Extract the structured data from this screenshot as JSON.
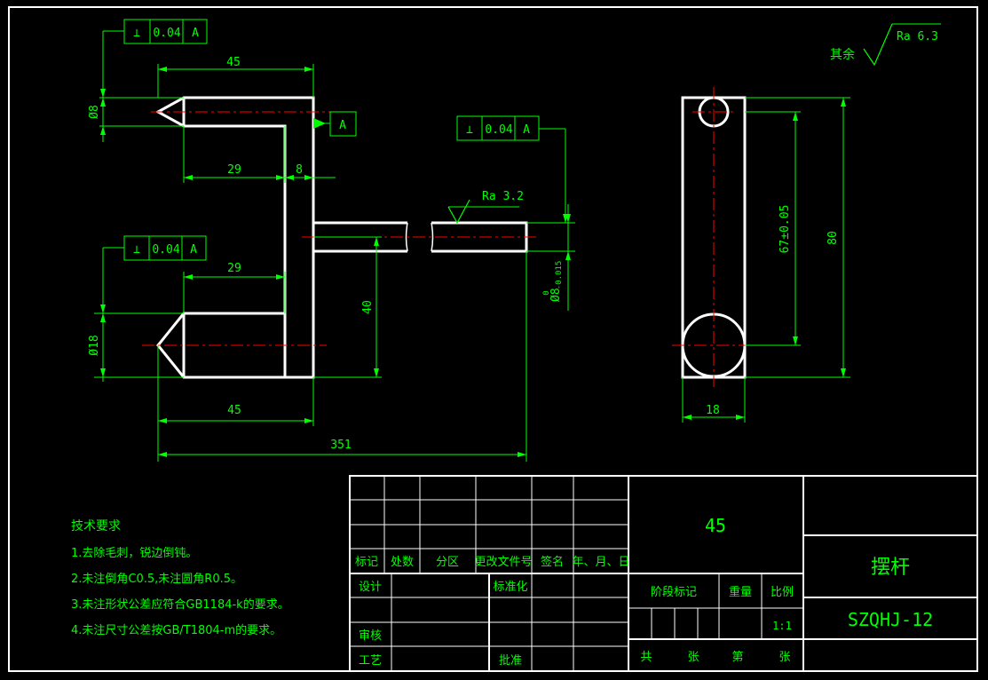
{
  "tolerance_frames": {
    "top_left": {
      "symbol": "⊥",
      "value": "0.04",
      "datum": "A"
    },
    "middle": {
      "symbol": "⊥",
      "value": "0.04",
      "datum": "A"
    },
    "left_lower": {
      "symbol": "⊥",
      "value": "0.04",
      "datum": "A"
    }
  },
  "datum_label": "A",
  "dimensions": {
    "top_width": "45",
    "dia_small": "Ø8",
    "seg_29_upper": "29",
    "seg_8": "8",
    "seg_29_lower": "29",
    "dia_large": "Ø18",
    "bottom_45": "45",
    "height_40": "40",
    "total_length": "351",
    "shaft_dia_main": "Ø8",
    "shaft_dia_tol_upper": "0",
    "shaft_dia_tol_lower": "-0.015",
    "center_distance": "67±0.05",
    "total_height": "80",
    "width_18": "18"
  },
  "roughness": {
    "shaft": "Ra 3.2",
    "other_label": "其余",
    "other_value": "Ra 6.3"
  },
  "tech_requirements": {
    "title": "技术要求",
    "items": [
      "1.去除毛刺，锐边倒钝。",
      "2.未注倒角C0.5,未注圆角R0.5。",
      "3.未注形状公差应符合GB1184-k的要求。",
      "4.未注尺寸公差按GB/T1804-m的要求。"
    ]
  },
  "title_block": {
    "header": [
      "标记",
      "处数",
      "分区",
      "更改文件号",
      "签名",
      "年、月、日"
    ],
    "design": "设计",
    "standardization": "标准化",
    "review": "审核",
    "process": "工艺",
    "approve": "批准",
    "material": "45",
    "stage_mark": "阶段标记",
    "weight": "重量",
    "scale": "比例",
    "scale_value": "1:1",
    "part_name": "摆杆",
    "drawing_no": "SZQHJ-12",
    "sheets_total": "共",
    "sheets_unit1": "张",
    "sheet_no": "第",
    "sheets_unit2": "张"
  },
  "colors": {
    "outline": "#ffffff",
    "dimension": "#00ff00",
    "centerline": "#ff0000",
    "background": "#000000"
  }
}
